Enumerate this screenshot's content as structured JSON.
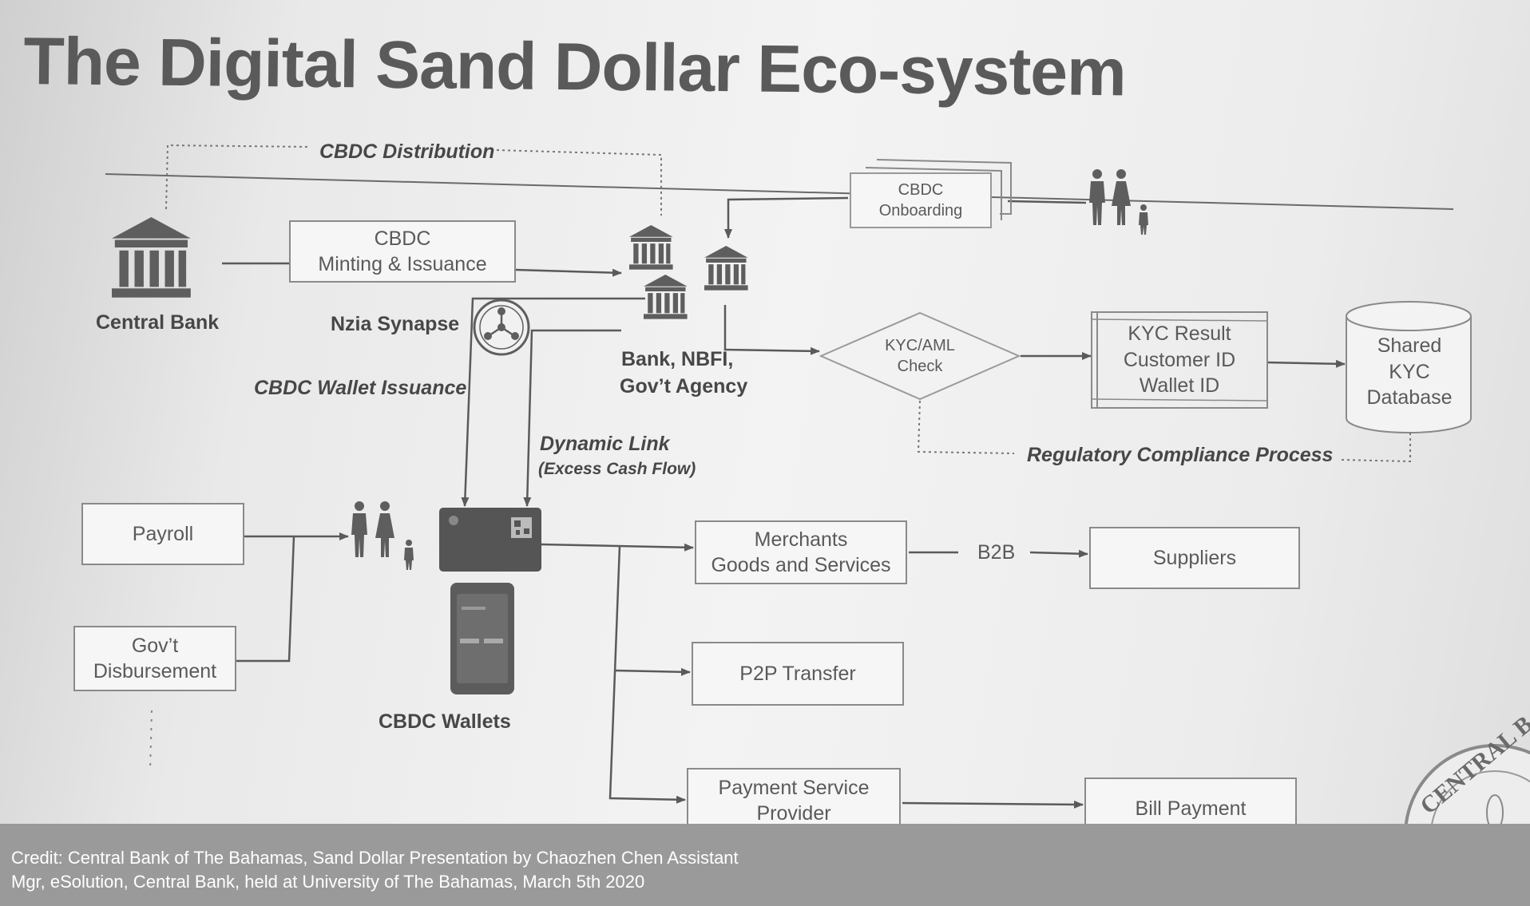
{
  "title": "The Digital Sand Dollar Eco-system",
  "labels": {
    "cbdc_distribution": "CBDC Distribution",
    "central_bank": "Central Bank",
    "nzia_synapse": "Nzia Synapse",
    "cbdc_wallet_issuance": "CBDC Wallet Issuance",
    "bank_line1": "Bank, NBFI,",
    "bank_line2": "Gov’t Agency",
    "dynamic_link": "Dynamic Link",
    "excess_cash_flow": "(Excess Cash Flow)",
    "regulatory_compliance": "Regulatory Compliance Process",
    "cbdc_wallets": "CBDC Wallets",
    "b2b": "B2B"
  },
  "boxes": {
    "minting": [
      "CBDC",
      "Minting & Issuance"
    ],
    "onboarding": [
      "CBDC",
      "Onboarding"
    ],
    "kyc_check": [
      "KYC/AML",
      "Check"
    ],
    "kyc_result": [
      "KYC Result",
      "Customer ID",
      "Wallet ID"
    ],
    "shared_kyc": [
      "Shared",
      "KYC",
      "Database"
    ],
    "payroll": "Payroll",
    "govt_disbursement": [
      "Gov’t",
      "Disbursement"
    ],
    "merchants": [
      "Merchants",
      "Goods and Services"
    ],
    "suppliers": "Suppliers",
    "p2p": "P2P Transfer",
    "psp": [
      "Payment Service",
      "Provider"
    ],
    "bill_payment": "Bill Payment"
  },
  "credit": {
    "line1": "Credit: Central Bank of The Bahamas, Sand Dollar Presentation by Chaozhen Chen Assistant",
    "line2": "Mgr, eSolution, Central Bank, held at University of The Bahamas, March 5th 2020"
  },
  "seal": {
    "text": "CENTRAL B"
  },
  "colors": {
    "line": "#5a5a5a",
    "box_border": "#8a8a8a",
    "credit_bar": "#9a9a9a",
    "icon": "#5e5e5e"
  }
}
